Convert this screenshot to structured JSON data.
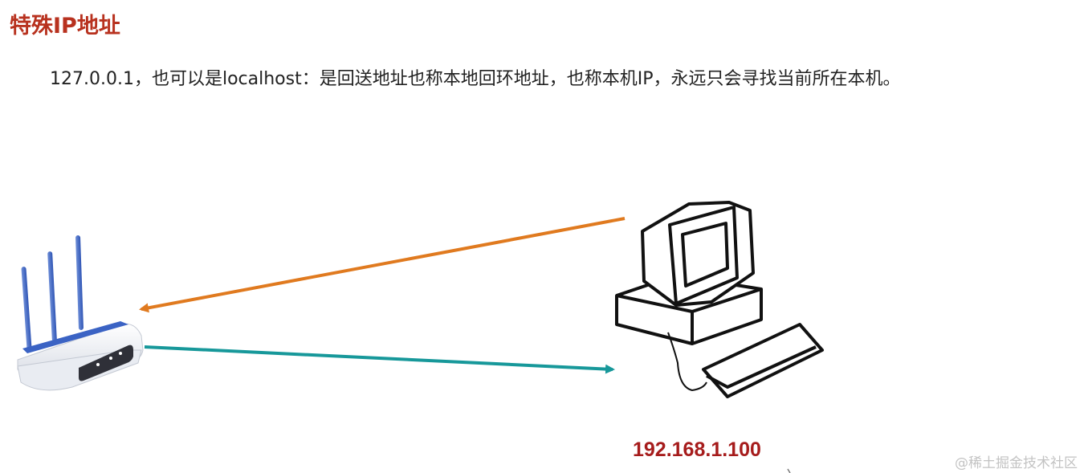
{
  "header": {
    "title": "特殊IP地址",
    "description": "127.0.0.1，也可以是localhost：是回送地址也称本地回环地址，也称本机IP，永远只会寻找当前所在本机。"
  },
  "diagram": {
    "nodes": [
      {
        "id": "router",
        "icon": "router-icon"
      },
      {
        "id": "computer",
        "icon": "desktop-computer-icon",
        "label": "192.168.1.100"
      }
    ],
    "edges": [
      {
        "from": "computer",
        "to": "router",
        "color": "#e07a1f"
      },
      {
        "from": "router",
        "to": "computer",
        "color": "#17989a"
      }
    ]
  },
  "watermark": "@稀土掘金技术社区"
}
